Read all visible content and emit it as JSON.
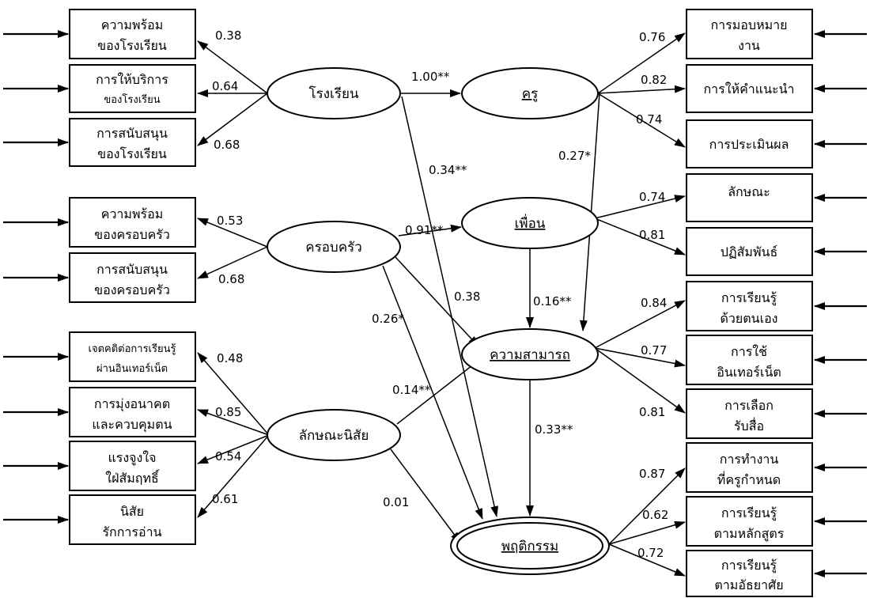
{
  "indicators_left": [
    {
      "lines": [
        "ความพร้อม",
        "ของโรงเรียน"
      ]
    },
    {
      "lines": [
        "การให้บริการ",
        "ของโรงเรียน"
      ]
    },
    {
      "lines": [
        "การสนับสนุน",
        "ของโรงเรียน"
      ]
    },
    {
      "lines": [
        "ความพร้อม",
        "ของครอบครัว"
      ]
    },
    {
      "lines": [
        "การสนับสนุน",
        "ของครอบครัว"
      ]
    },
    {
      "lines": [
        "เจตคติต่อการเรียนรู้",
        "ผ่านอินเทอร์เน็ต"
      ]
    },
    {
      "lines": [
        "การมุ่งอนาคต",
        "และควบคุมตน"
      ]
    },
    {
      "lines": [
        "แรงจูงใจ",
        "ใฝ่สัมฤทธิ์"
      ]
    },
    {
      "lines": [
        "นิสัย",
        "รักการอ่าน"
      ]
    }
  ],
  "indicators_right": [
    {
      "lines": [
        "การมอบหมาย",
        "งาน"
      ]
    },
    {
      "lines": [
        "การให้คำแนะนำ"
      ]
    },
    {
      "lines": [
        "การประเมินผล"
      ]
    },
    {
      "lines": [
        "ลักษณะ"
      ]
    },
    {
      "lines": [
        "ปฏิสัมพันธ์"
      ]
    },
    {
      "lines": [
        "การเรียนรู้",
        "ด้วยตนเอง"
      ]
    },
    {
      "lines": [
        "การใช้",
        "อินเทอร์เน็ต"
      ]
    },
    {
      "lines": [
        "การเลือก",
        "รับสื่อ"
      ]
    },
    {
      "lines": [
        "การทำงาน",
        "ที่ครูกำหนด"
      ]
    },
    {
      "lines": [
        "การเรียนรู้",
        "ตามหลักสูตร"
      ]
    },
    {
      "lines": [
        "การเรียนรู้",
        "ตามอัธยาศัย"
      ]
    }
  ],
  "latent": {
    "school": "โรงเรียน",
    "teacher": "ครู",
    "family": "ครอบครัว",
    "friend": "เพื่อน",
    "ability": "ความสามารถ",
    "trait": "ลักษณะนิสัย",
    "behavior": "พฤติกรรม"
  },
  "loadings": {
    "school": [
      "0.38",
      "0.64",
      "0.68"
    ],
    "family": [
      "0.53",
      "0.68"
    ],
    "trait": [
      "0.48",
      "0.85",
      "0.54",
      "0.61"
    ],
    "teacher": [
      "0.76",
      "0.82",
      "0.74"
    ],
    "friend": [
      "0.74",
      "0.81"
    ],
    "ability": [
      "0.84",
      "0.77",
      "0.81"
    ],
    "behavior": [
      "0.87",
      "0.62",
      "0.72"
    ]
  },
  "paths": {
    "school_teacher": "1.00**",
    "family_friend": "0.91**",
    "teacher_ability": "0.27*",
    "friend_ability": "0.16**",
    "school_behavior": "0.34**",
    "family_ability": "0.38",
    "family_behavior": "0.26*",
    "trait_ability": "0.14**",
    "trait_behavior": "0.01",
    "ability_behavior": "0.33**"
  }
}
